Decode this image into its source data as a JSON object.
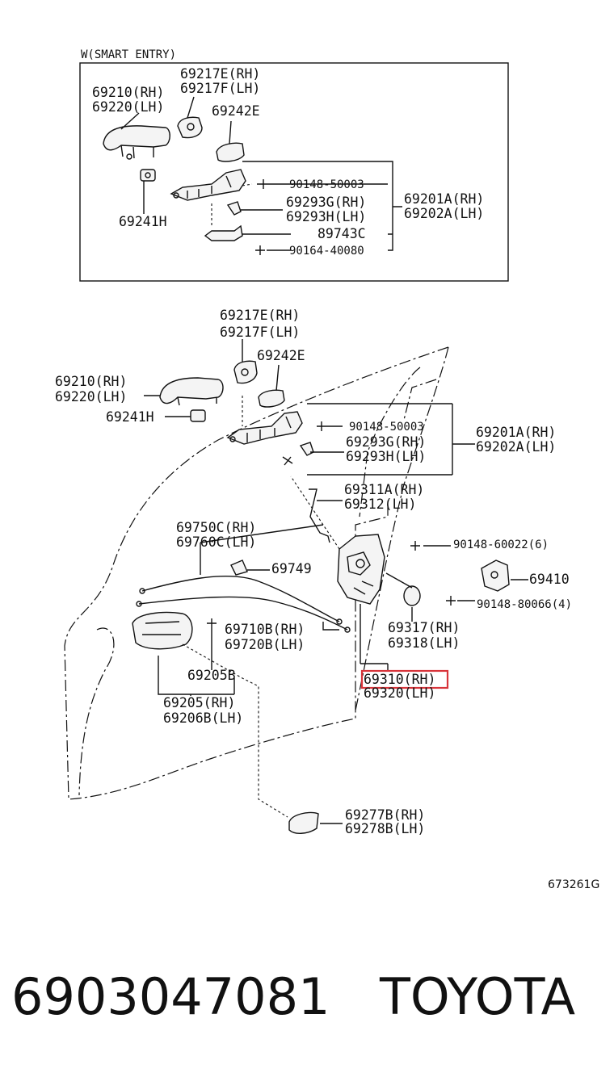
{
  "inset": {
    "title": "W(SMART ENTRY)",
    "labels": {
      "handle_cover": [
        "69217E(RH)",
        "69217F(LH)"
      ],
      "handle": [
        "69210(RH)",
        "69220(LH)"
      ],
      "pad": "69242E",
      "grommet": "69241H",
      "screw1": "90148-50003",
      "cap": [
        "69293G(RH)",
        "69293H(LH)"
      ],
      "frame": [
        "69201A(RH)",
        "69202A(LH)"
      ],
      "bracket": "89743C",
      "screw2": "90164-40080"
    }
  },
  "main": {
    "labels": {
      "handle_cover": [
        "69217E(RH)",
        "69217F(LH)"
      ],
      "pad": "69242E",
      "handle": [
        "69210(RH)",
        "69220(LH)"
      ],
      "grommet": "69241H",
      "screw1": "90148-50003",
      "frame": [
        "69201A(RH)",
        "69202A(LH)"
      ],
      "cap": [
        "69293G(RH)",
        "69293H(LH)"
      ],
      "rod": [
        "69311A(RH)",
        "69312(LH)"
      ],
      "cable_upper": [
        "69750C(RH)",
        "69760C(LH)"
      ],
      "screw_lock": "90148-60022(6)",
      "clip": "69749",
      "striker": "69410",
      "screw_striker": "90148-80066(4)",
      "cable_lower": [
        "69710B(RH)",
        "69720B(LH)"
      ],
      "grommet2": [
        "69317(RH)",
        "69318(LH)"
      ],
      "inner_spring": "69205B",
      "lock_assy_rh": "69310(RH)",
      "lock_assy_lh": "69320(LH)",
      "inner_handle": [
        "69205(RH)",
        "69206B(LH)"
      ],
      "bezel": [
        "69277B(RH)",
        "69278B(LH)"
      ]
    },
    "highlight": "69310(RH)"
  },
  "ref_code": "673261G",
  "part_number": "6903047081",
  "brand": "TOYOTA"
}
